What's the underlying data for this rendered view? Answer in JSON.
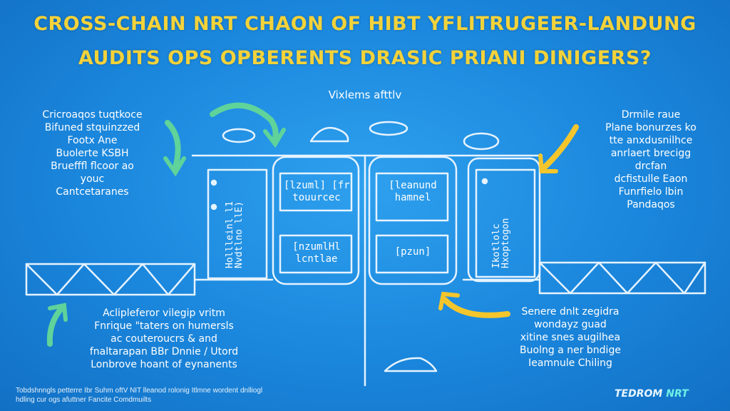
{
  "title": {
    "line1": "CROSS-CHAIN NRT CHAON OF HIBT YFLITRUGEER-LANDUNG",
    "line2": "AUDITS OPS OPBERENTS DRASIC PRIANI DINIGERS?"
  },
  "caption": "Vixlems afttlv",
  "notes": {
    "top_left": "Cricroaqos tuqtkoce\nBifuned stquinzzed\nFootx Ane\nBuolerte KSBH\nBruefffl flcoor ao\nyouc\nCantcetaranes",
    "top_right": "Drmile raue\nPlane bonurzes ko\ntte anxdusnilhce\nanrlaert brecigg\ndrcfan\ndcfistulle Eaon\nFunrfielo lbin\nPandaqos",
    "bottom_left": "Aclipleferor vilegip vritm\nFnrique \"taters on humersls\nac couteroucrs & and\nfnaltarapan BBr Dnnie / Utord\nLonbrove hoant of eynanents",
    "bottom_right": "Senere dnlt zegidra\nwondayz guad\nxitine snes augilhea\nBuolng a ner bndige\nIeamnule Chiling"
  },
  "boxes": {
    "left_vertical": "Hollleinl l1\nNvdtlno llE)",
    "center_left_top": "[lzuml] [fr\ntouurcec",
    "center_left_bottom": "[nzumlHl\nlcntlae",
    "center_right_top": "[leanund\nhamnel",
    "center_right_bottom": "[pzun]",
    "right_vertical": "Ikotlolc\nHxoptogon"
  },
  "footer": "Tobdshnngls petterre Ibr Suhm oftV NIT lleanod rolonig Itlmne wordent dnlliogl\nhdling cur ogs afuttner Fancite Comdmuilts",
  "brand": {
    "name": "TEDROM",
    "accent_word": "NRT"
  },
  "colors": {
    "background": "#1a86dc",
    "title": "#f3d23a",
    "arrow_green": "#5fd39a",
    "arrow_yellow": "#f5c62c",
    "line": "#e6f3ff"
  }
}
